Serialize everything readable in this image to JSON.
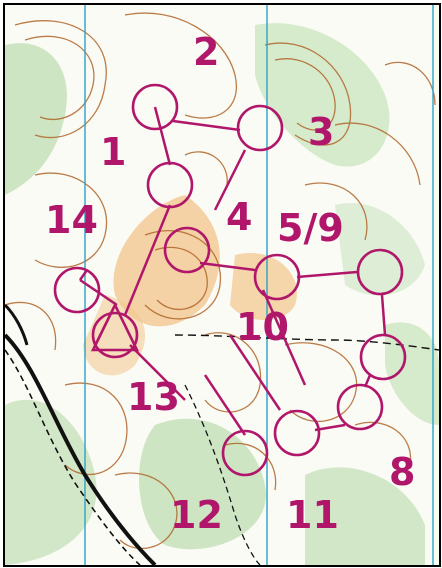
{
  "map": {
    "colors": {
      "course": "#b0176a",
      "contour": "#b0662a",
      "vegetation": "#a9d49a",
      "open": "#f2c48a",
      "track": "#111111",
      "magnetic_north": "#2aa3c8",
      "paper": "#fbfbf6"
    },
    "controls": [
      {
        "id": "1",
        "label": "1"
      },
      {
        "id": "2",
        "label": "2"
      },
      {
        "id": "3",
        "label": "3"
      },
      {
        "id": "4",
        "label": "4"
      },
      {
        "id": "5/9",
        "label": "5/9"
      },
      {
        "id": "6",
        "label": ""
      },
      {
        "id": "7",
        "label": ""
      },
      {
        "id": "8",
        "label": "8"
      },
      {
        "id": "10",
        "label": "10"
      },
      {
        "id": "11",
        "label": "11"
      },
      {
        "id": "12",
        "label": "12"
      },
      {
        "id": "13",
        "label": "13"
      },
      {
        "id": "14",
        "label": "14"
      }
    ],
    "icons": {
      "start": "start-triangle-icon"
    }
  }
}
